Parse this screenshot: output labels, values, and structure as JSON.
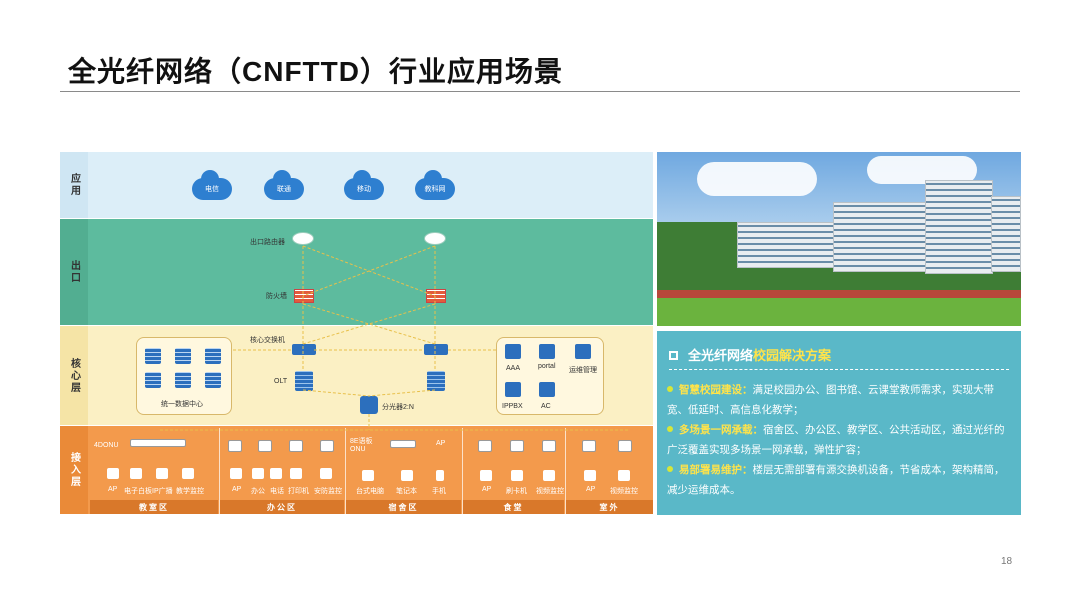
{
  "title": "全光纤网络（CNFTTD）行业应用场景",
  "page_number": "18",
  "diagram": {
    "layers": {
      "application": "应用",
      "exit": "出口",
      "core": "核心层",
      "access": "接入层"
    },
    "clouds": [
      "电信",
      "联通",
      "移动",
      "教科网"
    ],
    "exit_router_label": "出口路由器",
    "firewall_label": "防火墙",
    "core_switch_label": "核心交换机",
    "olt_label": "OLT",
    "data_center_label": "统一数据中心",
    "splitter_label": "分光器2:N",
    "services": [
      "AAA",
      "portal",
      "运维管理",
      "IPPBX",
      "AC"
    ],
    "access": {
      "onu_4d": "4DONU",
      "onu_8e": "8E语板ONU",
      "ap_top": "AP",
      "classroom_devices": [
        "AP",
        "电子白板",
        "IP广播",
        "教学监控"
      ],
      "office_devices": [
        "AP",
        "办公",
        "电话",
        "打印机",
        "安防监控"
      ],
      "dorm_devices": [
        "台式电脑",
        "笔记本",
        "手机"
      ],
      "canteen_devices": [
        "AP",
        "刷卡机",
        "视频监控"
      ],
      "outdoor_devices": [
        "AP",
        "视频监控"
      ]
    },
    "zones": [
      "教室区",
      "办公区",
      "宿舍区",
      "食堂",
      "室外"
    ]
  },
  "panel": {
    "title_prefix": "全光纤网络",
    "title_highlight": "校园",
    "title_suffix": "解决方案",
    "bullets": [
      {
        "key": "智慧校园建设：",
        "text": "满足校园办公、图书馆、云课堂教师需求，实现大带宽、低延时、高信息化教学；"
      },
      {
        "key": "多场景一网承载：",
        "text": "宿舍区、办公区、教学区、公共活动区，通过光纤的广泛覆盖实现多场景一网承载，弹性扩容；"
      },
      {
        "key": "易部署易维护：",
        "text": "楼层无需部署有源交换机设备，节省成本，架构精简，减少运维成本。"
      }
    ]
  },
  "colors": {
    "app_band": "#dceef8",
    "exit_band": "#5dbb9e",
    "core_band": "#fbf0c4",
    "access_band": "#f39a4c",
    "panel": "#5ab8c8",
    "highlight": "#ffe34a"
  }
}
